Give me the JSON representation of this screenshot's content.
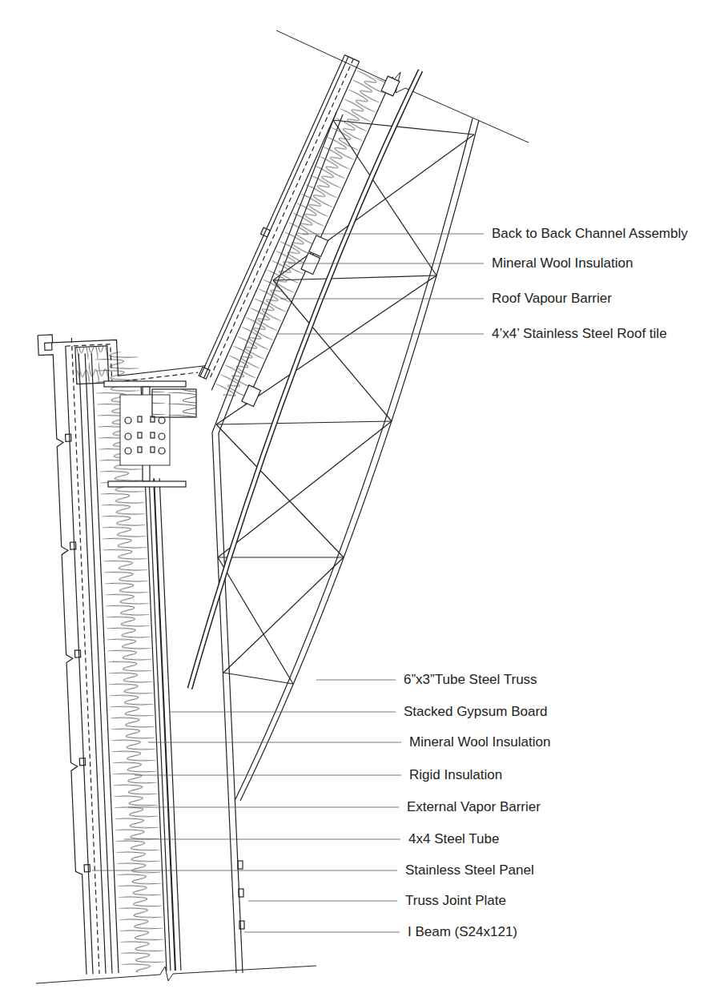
{
  "diagram": {
    "labels": [
      "Back to Back Channel Assembly",
      "Mineral Wool Insulation",
      "Roof Vapour Barrier",
      "4’x4’ Stainless Steel Roof tile",
      "6”x3”Tube Steel Truss",
      "Stacked Gypsum Board",
      "Mineral Wool Insulation",
      "Rigid Insulation",
      "External Vapor Barrier",
      "4x4 Steel Tube",
      "Stainless Steel Panel",
      "Truss Joint Plate",
      "I Beam (S24x121)"
    ]
  }
}
